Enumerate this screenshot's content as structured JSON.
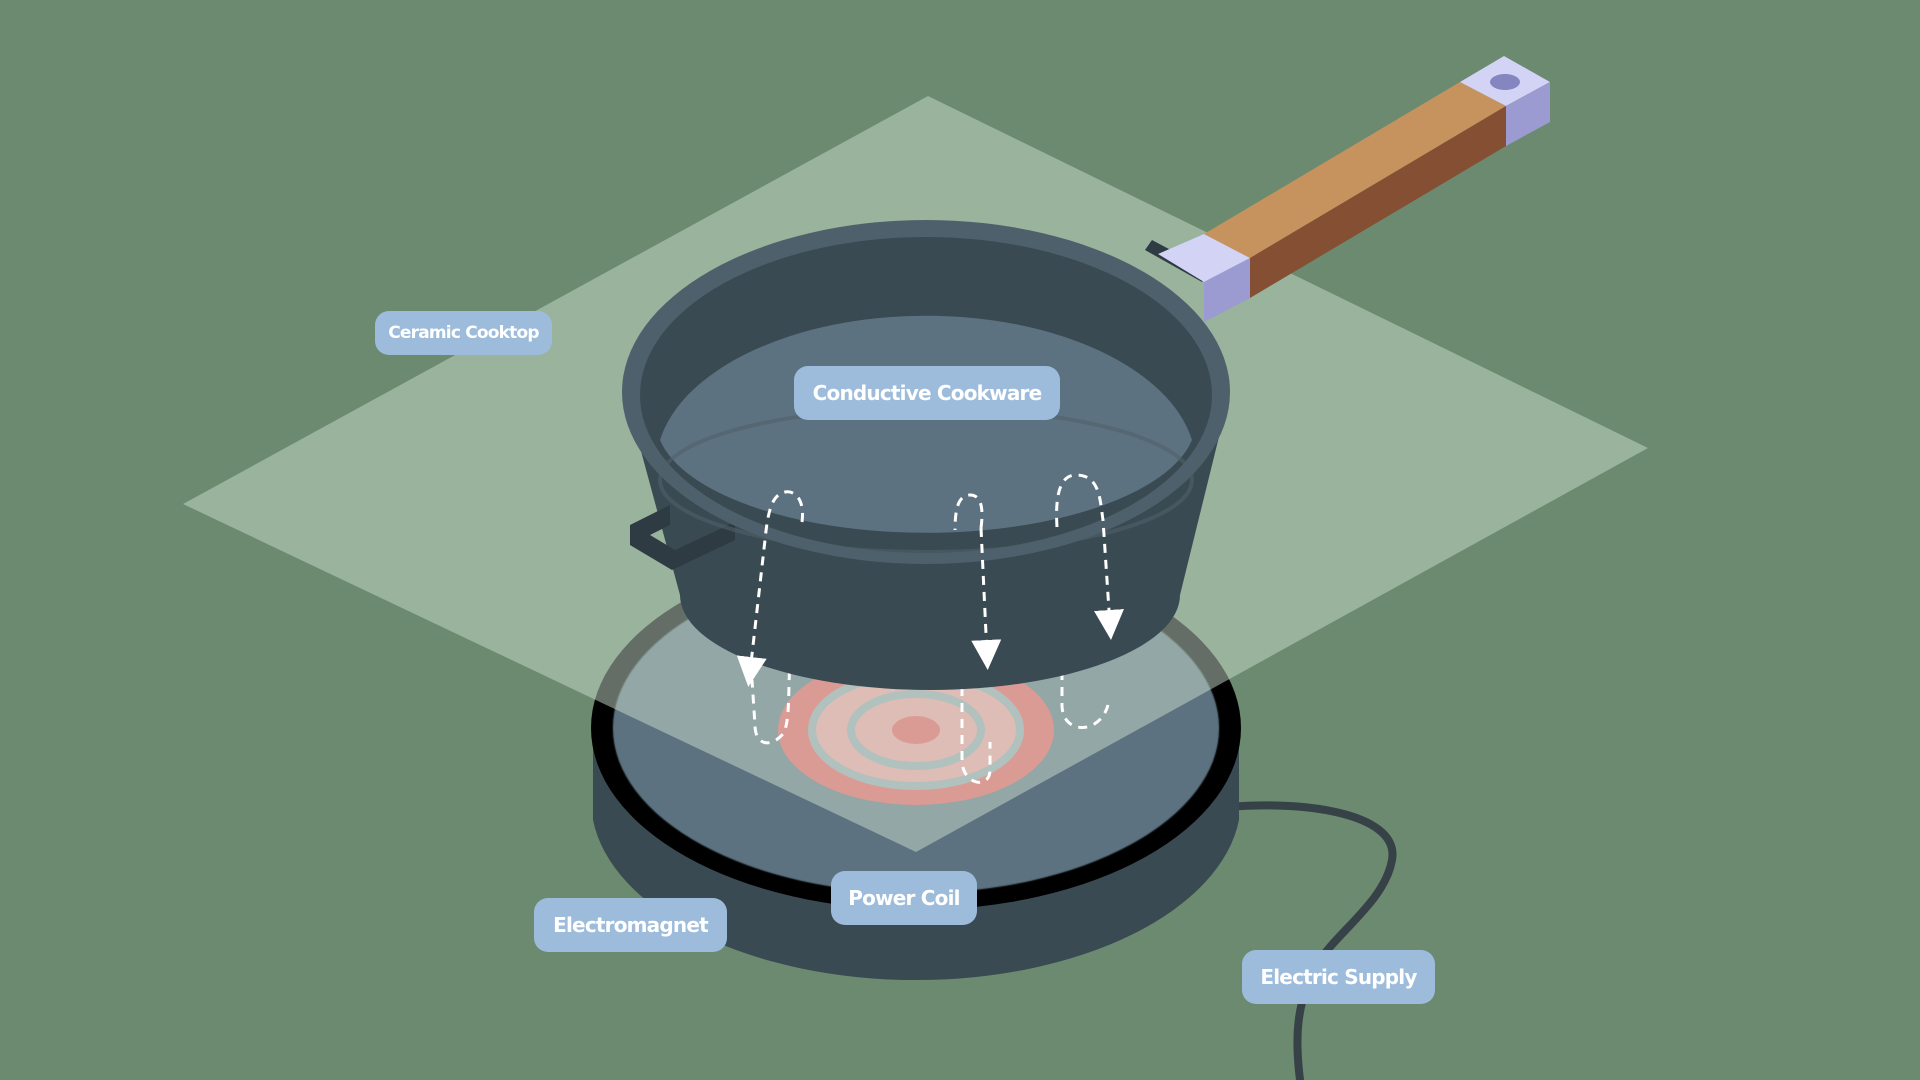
{
  "labels": {
    "ceramic_cooktop": "Ceramic Cooktop",
    "conductive_cookware": "Conductive Cookware",
    "power_coil": "Power Coil",
    "electromagnet": "Electromagnet",
    "electric_supply": "Electric Supply"
  },
  "colors": {
    "background": "#6b8a6f",
    "cooktop_glass": "#c7dbcc",
    "pan_body": "#3a4a52",
    "pan_rim": "#4e606b",
    "pan_inner": "#5d7280",
    "burner_hot": "#ef5a5f",
    "burner_glow": "#f59ea0",
    "label_bg": "#9dbcdc",
    "handle_wood_light": "#c6935f",
    "handle_wood_dark": "#854f33",
    "handle_cap": "#d2d3f5",
    "field_lines": "#ffffff"
  }
}
